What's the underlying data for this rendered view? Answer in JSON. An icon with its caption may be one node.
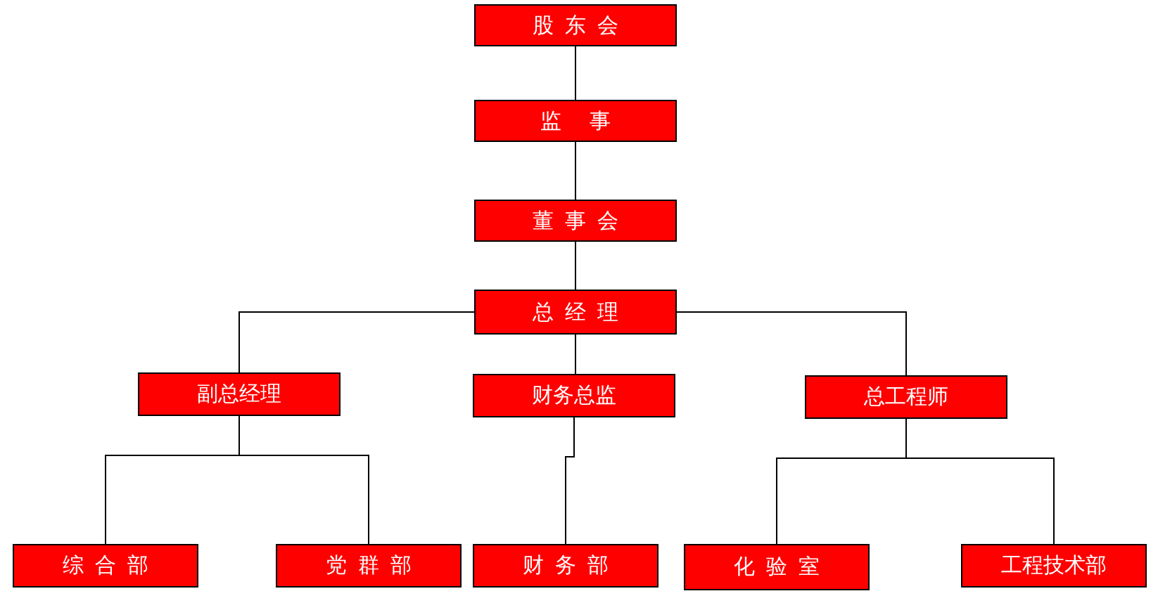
{
  "diagram": {
    "nodes": [
      {
        "text": [
          "股东会"
        ]
      },
      {
        "text": [
          "监事"
        ]
      },
      {
        "text": [
          "董事会"
        ]
      },
      {
        "text": [
          "总经理"
        ]
      },
      {
        "text": [
          "副总经理"
        ]
      },
      {
        "text": [
          "财务总监"
        ]
      },
      {
        "text": [
          "总工程师"
        ]
      },
      {
        "text": [
          "综合部"
        ]
      },
      {
        "text": [
          "党群部"
        ]
      },
      {
        "text": [
          "财务部"
        ]
      },
      {
        "text": [
          "化验室"
        ]
      },
      {
        "text": [
          "工程技术部"
        ]
      }
    ],
    "edges": [
      {
        "from": 0,
        "to": 1,
        "arrow": "none"
      },
      {
        "from": 1,
        "to": 2,
        "arrow": "none"
      },
      {
        "from": 2,
        "to": 3,
        "arrow": "none"
      },
      {
        "from": 3,
        "to": 4,
        "arrow": "none"
      },
      {
        "from": 3,
        "to": 5,
        "arrow": "none"
      },
      {
        "from": 3,
        "to": 6,
        "arrow": "none"
      },
      {
        "from": 4,
        "to": 7,
        "arrow": "none"
      },
      {
        "from": 4,
        "to": 8,
        "arrow": "none"
      },
      {
        "from": 5,
        "to": 9,
        "arrow": "none"
      },
      {
        "from": 6,
        "to": 10,
        "arrow": "none"
      },
      {
        "from": 6,
        "to": 11,
        "arrow": "none"
      }
    ]
  }
}
